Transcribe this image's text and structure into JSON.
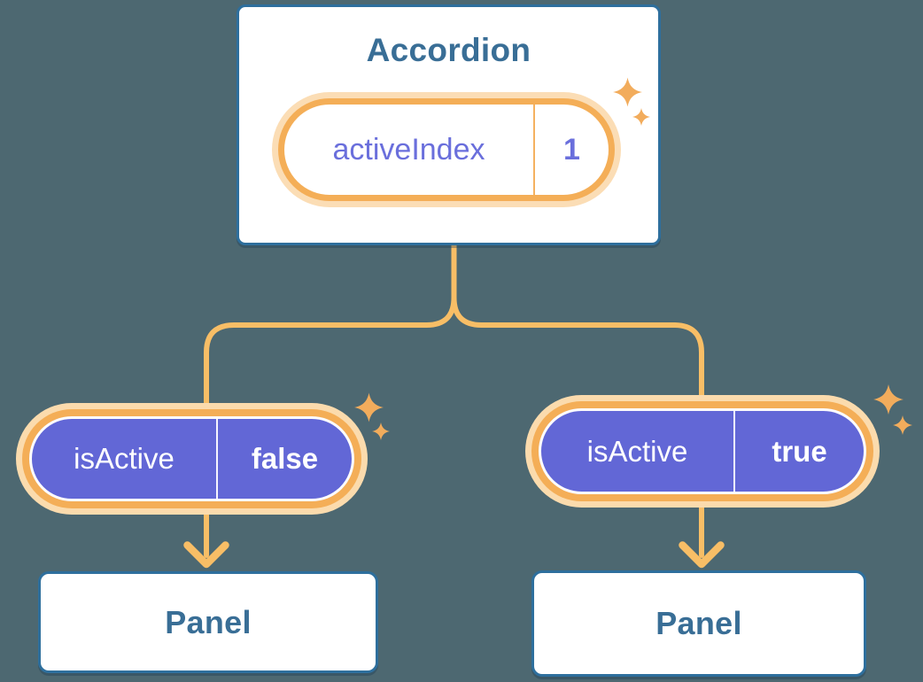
{
  "diagram": {
    "accordion": {
      "title": "Accordion",
      "state_label": "activeIndex",
      "state_value": "1"
    },
    "left_child": {
      "prop_label": "isActive",
      "prop_value": "false",
      "panel_title": "Panel"
    },
    "right_child": {
      "prop_label": "isActive",
      "prop_value": "true",
      "panel_title": "Panel"
    }
  },
  "icons": {
    "sparkle": "four-point-star ✦",
    "arrow": "arrow-down ↓"
  },
  "colors": {
    "background": "#4D6871",
    "card_bg": "#FFFFFF",
    "card_border": "#2E6F9D",
    "heading_text": "#396E96",
    "state_text": "#6A6FDC",
    "pill_ring_orange": "#F4AE57",
    "pill_halo": "#FBDBAD",
    "connector_line": "#F8BE66",
    "prop_pill_purple": "#6267D6",
    "prop_text": "#FFFFFF",
    "sparkle": "#F2AC5C"
  }
}
